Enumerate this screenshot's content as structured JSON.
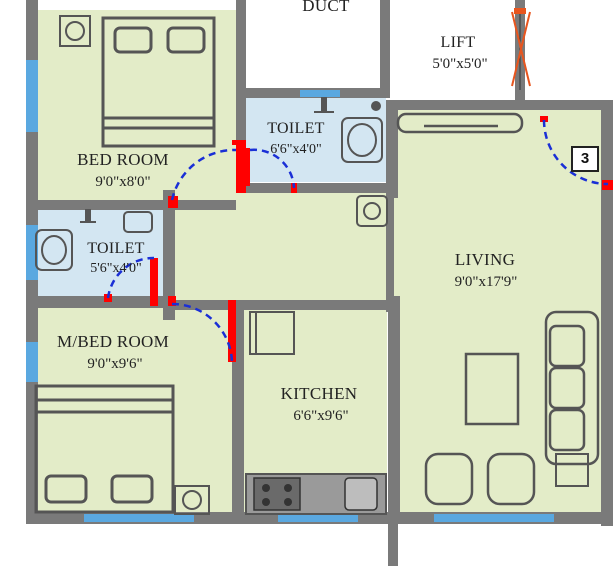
{
  "rooms": {
    "duct": {
      "name": "DUCT"
    },
    "lift": {
      "name": "LIFT",
      "dims": "5'0\"x5'0\""
    },
    "bedroom": {
      "name": "BED ROOM",
      "dims": "9'0\"x8'0\""
    },
    "toilet1": {
      "name": "TOILET",
      "dims": "6'6\"x4'0\""
    },
    "toilet2": {
      "name": "TOILET",
      "dims": "5'6\"x4'0\""
    },
    "living": {
      "name": "LIVING",
      "dims": "9'0\"x17'9\""
    },
    "mbedroom": {
      "name": "M/BED ROOM",
      "dims": "9'0\"x9'6\""
    },
    "kitchen": {
      "name": "KITCHEN",
      "dims": "6'6\"x9'6\""
    }
  },
  "unit_number": "3",
  "colors": {
    "room_fill": "#e3ecc8",
    "toilet_fill": "#d3e6f2",
    "wall": "#7a7a7a",
    "door_jamb": "#ff0000",
    "door_swing": "#1a2fd6",
    "window": "#5aa8e0",
    "lift_cross": "#e8551e"
  }
}
